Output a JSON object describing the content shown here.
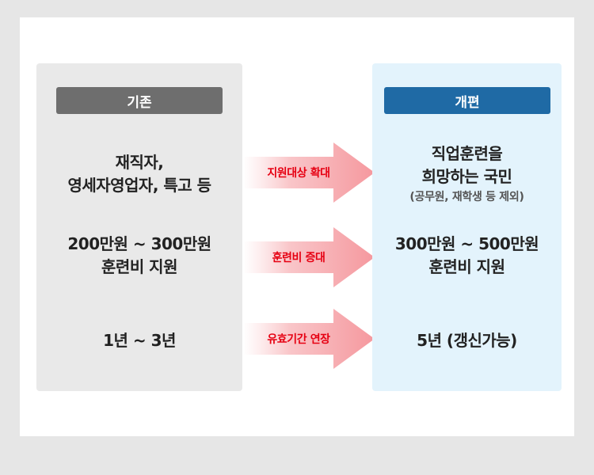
{
  "before": {
    "header": "기존",
    "target": {
      "line1": "재직자,",
      "line2": "영세자영업자, 특고 등"
    },
    "amount": {
      "line1": "200만원 ~ 300만원",
      "line2": "훈련비 지원"
    },
    "period": "1년 ~ 3년"
  },
  "arrows": [
    {
      "label": "지원대상 확대"
    },
    {
      "label": "훈련비 증대"
    },
    {
      "label": "유효기간 연장"
    }
  ],
  "after": {
    "header": "개편",
    "target": {
      "line1": "직업훈련을",
      "line2": "희망하는 국민",
      "note": "(공무원, 재학생 등 제외)"
    },
    "amount": {
      "line1": "300만원 ~ 500만원",
      "line2": "훈련비 지원"
    },
    "period": "5년 (갱신가능)"
  },
  "colors": {
    "before_header": "#6e6e6e",
    "after_header": "#1f6aa5",
    "before_panel": "#e9e9e9",
    "after_panel": "#e3f3fc",
    "arrow_label": "#e60012",
    "arrow_fill": "#f7a3a8"
  }
}
